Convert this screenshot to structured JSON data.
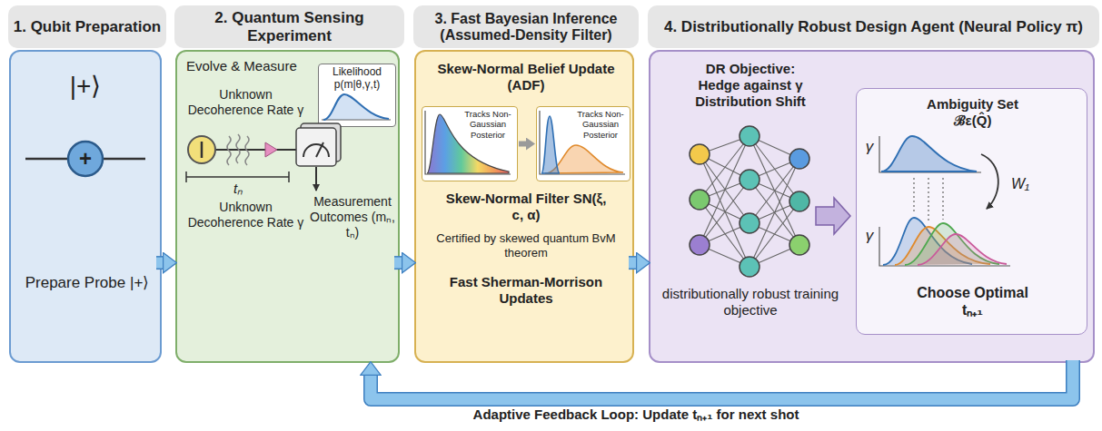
{
  "diagram": {
    "nodes": [
      {
        "text": [
          "1. Qubit Preparation",
          "Prepare Probe |+⟩"
        ]
      },
      {
        "text": [
          "2. Quantum Sensing Experiment",
          "Evolve & Measure"
        ]
      },
      {
        "text": [
          "Likelihood p(m|θ,γ,t)"
        ],
        "in": 1
      },
      {
        "text": [
          "3. Fast Bayesian Inference (Assumed-Density Filter)",
          "Skew-Normal Belief Update (ADF)",
          "Skew-Normal Filter SN(ξ, c, α)",
          "Certified by skewed quantum BvM theorem",
          "Fast Sherman-Morrison Updates"
        ]
      },
      {
        "text": [
          "Tracks Non-Gaussian Posterior"
        ],
        "in": 3
      },
      {
        "text": [
          "Tracks Non-Gaussian Posterior"
        ],
        "in": 3
      },
      {
        "text": [
          "4. Distributionally Robust Design Agent (Neural Policy π)",
          "DR Objective: Hedge against γ Distribution Shift",
          "distributionally robust training objective"
        ]
      },
      {
        "text": [
          "Ambiguity Set ℬε(Q̂)",
          "Choose Optimal tₙ₊₁"
        ],
        "in": 6
      }
    ],
    "edges": [
      {
        "from": 0,
        "to": 1,
        "arrow": "to"
      },
      {
        "from": 1,
        "to": 3,
        "arrow": "to"
      },
      {
        "from": 3,
        "to": 6,
        "arrow": "to"
      },
      {
        "from": 4,
        "to": 5,
        "arrow": "to"
      },
      {
        "from": 6,
        "to": 1,
        "arrow": "to",
        "label": "Adaptive Feedback Loop: Update tₙ₊₁ for next shot"
      }
    ],
    "labels": [
      "|+⟩",
      "+",
      "Unknown Decoherence Rate γ",
      "tₙ",
      "Unknown Decoherence Rate γ",
      "Measurement Outcomes (mₙ, tₙ)",
      "γ",
      "W₁",
      "γ"
    ]
  }
}
